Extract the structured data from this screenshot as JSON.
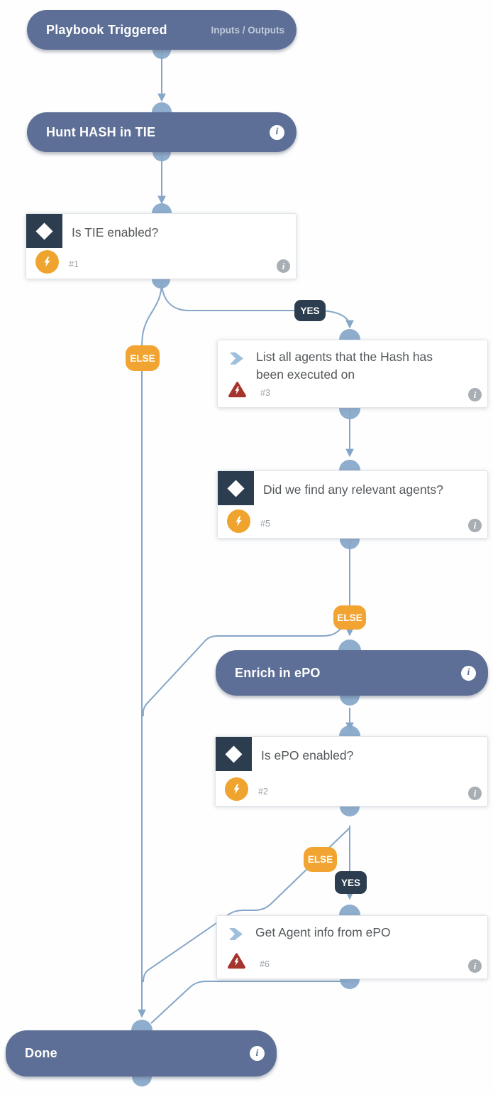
{
  "colors": {
    "pill_bg": "#5d6f96",
    "dark_navy": "#2c3d4f",
    "orange": "#f1a431",
    "red": "#a5352c",
    "edge_line": "#86a6c8",
    "connector_dot": "#8fadcd",
    "chevron_blue": "#9fc0dc"
  },
  "icons": {
    "info_glyph": "i"
  },
  "edge_labels": {
    "yes": "YES",
    "else": "ELSE"
  },
  "nodes": {
    "playbook_triggered": {
      "title": "Playbook Triggered",
      "link": "Inputs / Outputs"
    },
    "hunt_hash_in_tie": {
      "title": "Hunt HASH in TIE"
    },
    "is_tie_enabled": {
      "title": "Is TIE enabled?",
      "task_number": "#1"
    },
    "list_all_agents": {
      "title": "List all agents that the Hash has been executed on",
      "task_number": "#3"
    },
    "did_we_find_agents": {
      "title": "Did we find any relevant agents?",
      "task_number": "#5"
    },
    "enrich_in_epo": {
      "title": "Enrich in ePO"
    },
    "is_epo_enabled": {
      "title": "Is ePO enabled?",
      "task_number": "#2"
    },
    "get_agent_info": {
      "title": "Get Agent info from ePO",
      "task_number": "#6"
    },
    "done": {
      "title": "Done"
    }
  }
}
